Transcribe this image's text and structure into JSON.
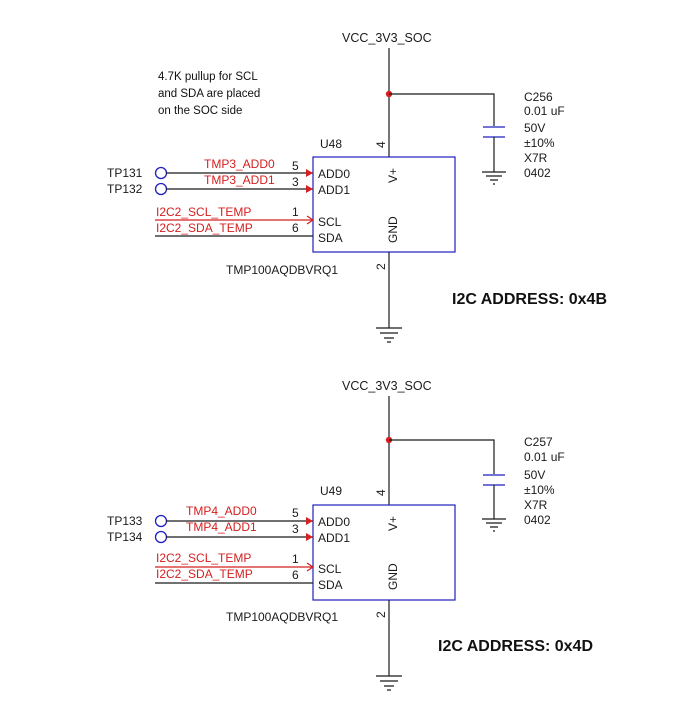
{
  "note": {
    "lines": [
      "4.7K pullup for SCL",
      "and SDA are placed",
      "on the SOC side"
    ]
  },
  "colors": {
    "wire": "#1a1a1a",
    "signal": "#d42020",
    "component": "#1f1fbf"
  },
  "blocks": [
    {
      "supply": "VCC_3V3_SOC",
      "ref": "U48",
      "part": "TMP100AQDBVRQ1",
      "address": "I2C ADDRESS: 0x4B",
      "cap": {
        "ref": "C256",
        "value": "0.01 uF",
        "voltage": "50V",
        "tolerance": "±10%",
        "dielectric": "X7R",
        "package": "0402"
      },
      "testpoints": [
        "TP131",
        "TP132"
      ],
      "signals": [
        "TMP3_ADD0",
        "TMP3_ADD1",
        "I2C2_SCL_TEMP",
        "I2C2_SDA_TEMP"
      ],
      "pins": {
        "add0": {
          "num": "5",
          "name": "ADD0"
        },
        "add1": {
          "num": "3",
          "name": "ADD1"
        },
        "scl": {
          "num": "1",
          "name": "SCL"
        },
        "sda": {
          "num": "6",
          "name": "SDA"
        },
        "vplus": {
          "num": "4",
          "name": "V+"
        },
        "gnd": {
          "num": "2",
          "name": "GND"
        }
      }
    },
    {
      "supply": "VCC_3V3_SOC",
      "ref": "U49",
      "part": "TMP100AQDBVRQ1",
      "address": "I2C ADDRESS: 0x4D",
      "cap": {
        "ref": "C257",
        "value": "0.01 uF",
        "voltage": "50V",
        "tolerance": "±10%",
        "dielectric": "X7R",
        "package": "0402"
      },
      "testpoints": [
        "TP133",
        "TP134"
      ],
      "signals": [
        "TMP4_ADD0",
        "TMP4_ADD1",
        "I2C2_SCL_TEMP",
        "I2C2_SDA_TEMP"
      ],
      "pins": {
        "add0": {
          "num": "5",
          "name": "ADD0"
        },
        "add1": {
          "num": "3",
          "name": "ADD1"
        },
        "scl": {
          "num": "1",
          "name": "SCL"
        },
        "sda": {
          "num": "6",
          "name": "SDA"
        },
        "vplus": {
          "num": "4",
          "name": "V+"
        },
        "gnd": {
          "num": "2",
          "name": "GND"
        }
      }
    }
  ]
}
